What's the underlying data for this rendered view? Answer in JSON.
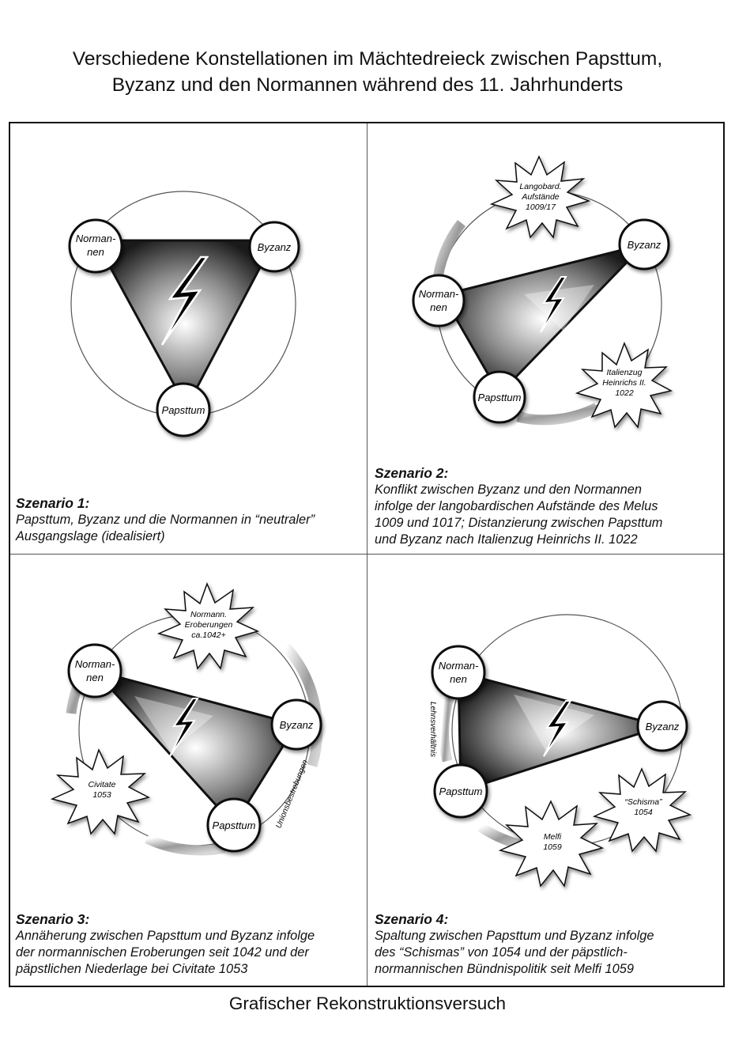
{
  "title": {
    "line1": "Verschiedene Konstellationen im Mächtedreieck zwischen Papsttum,",
    "line2": "Byzanz und den Normannen während des 11. Jahrhunderts"
  },
  "footer": "Grafischer Rekonstruktionsversuch",
  "nodes": {
    "normannen": [
      "Norman-",
      "nen"
    ],
    "byzanz": "Byzanz",
    "papsttum": "Papsttum"
  },
  "scenario1": {
    "heading": "Szenario 1:",
    "lines": [
      "Papsttum, Byzanz und die Normannen in “neutraler”",
      "Ausgangslage (idealisiert)"
    ]
  },
  "scenario2": {
    "heading": "Szenario 2:",
    "lines": [
      "Konflikt zwischen Byzanz und den Normannen",
      "infolge der langobardischen Aufstände des Melus",
      "1009 und 1017; Distanzierung zwischen Papsttum",
      "und Byzanz nach Italienzug Heinrichs II. 1022"
    ],
    "burst1": [
      "Langobard.",
      "Aufstände",
      "1009/17"
    ],
    "burst2": [
      "Italienzug",
      "Heinrichs II.",
      "1022"
    ]
  },
  "scenario3": {
    "heading": "Szenario 3:",
    "lines": [
      "Annäherung zwischen Papsttum und Byzanz infolge",
      "der normannischen Eroberungen seit 1042 und der",
      "päpstlichen Niederlage bei Civitate 1053"
    ],
    "burst1": [
      "Normann.",
      "Eroberungen",
      "ca.1042+"
    ],
    "burst2": [
      "Civitate",
      "1053"
    ],
    "arc_label": "Unionsbestrebungen"
  },
  "scenario4": {
    "heading": "Szenario 4:",
    "lines": [
      "Spaltung zwischen Papsttum und Byzanz infolge",
      "des “Schismas” von 1054 und der päpstlich-",
      "normannischen Bündnispolitik seit Melfi 1059"
    ],
    "burst1": [
      "“Schisma”",
      "1054"
    ],
    "burst2": [
      "Melfi",
      "1059"
    ],
    "arc_label": "Lehnsverhältnis"
  }
}
